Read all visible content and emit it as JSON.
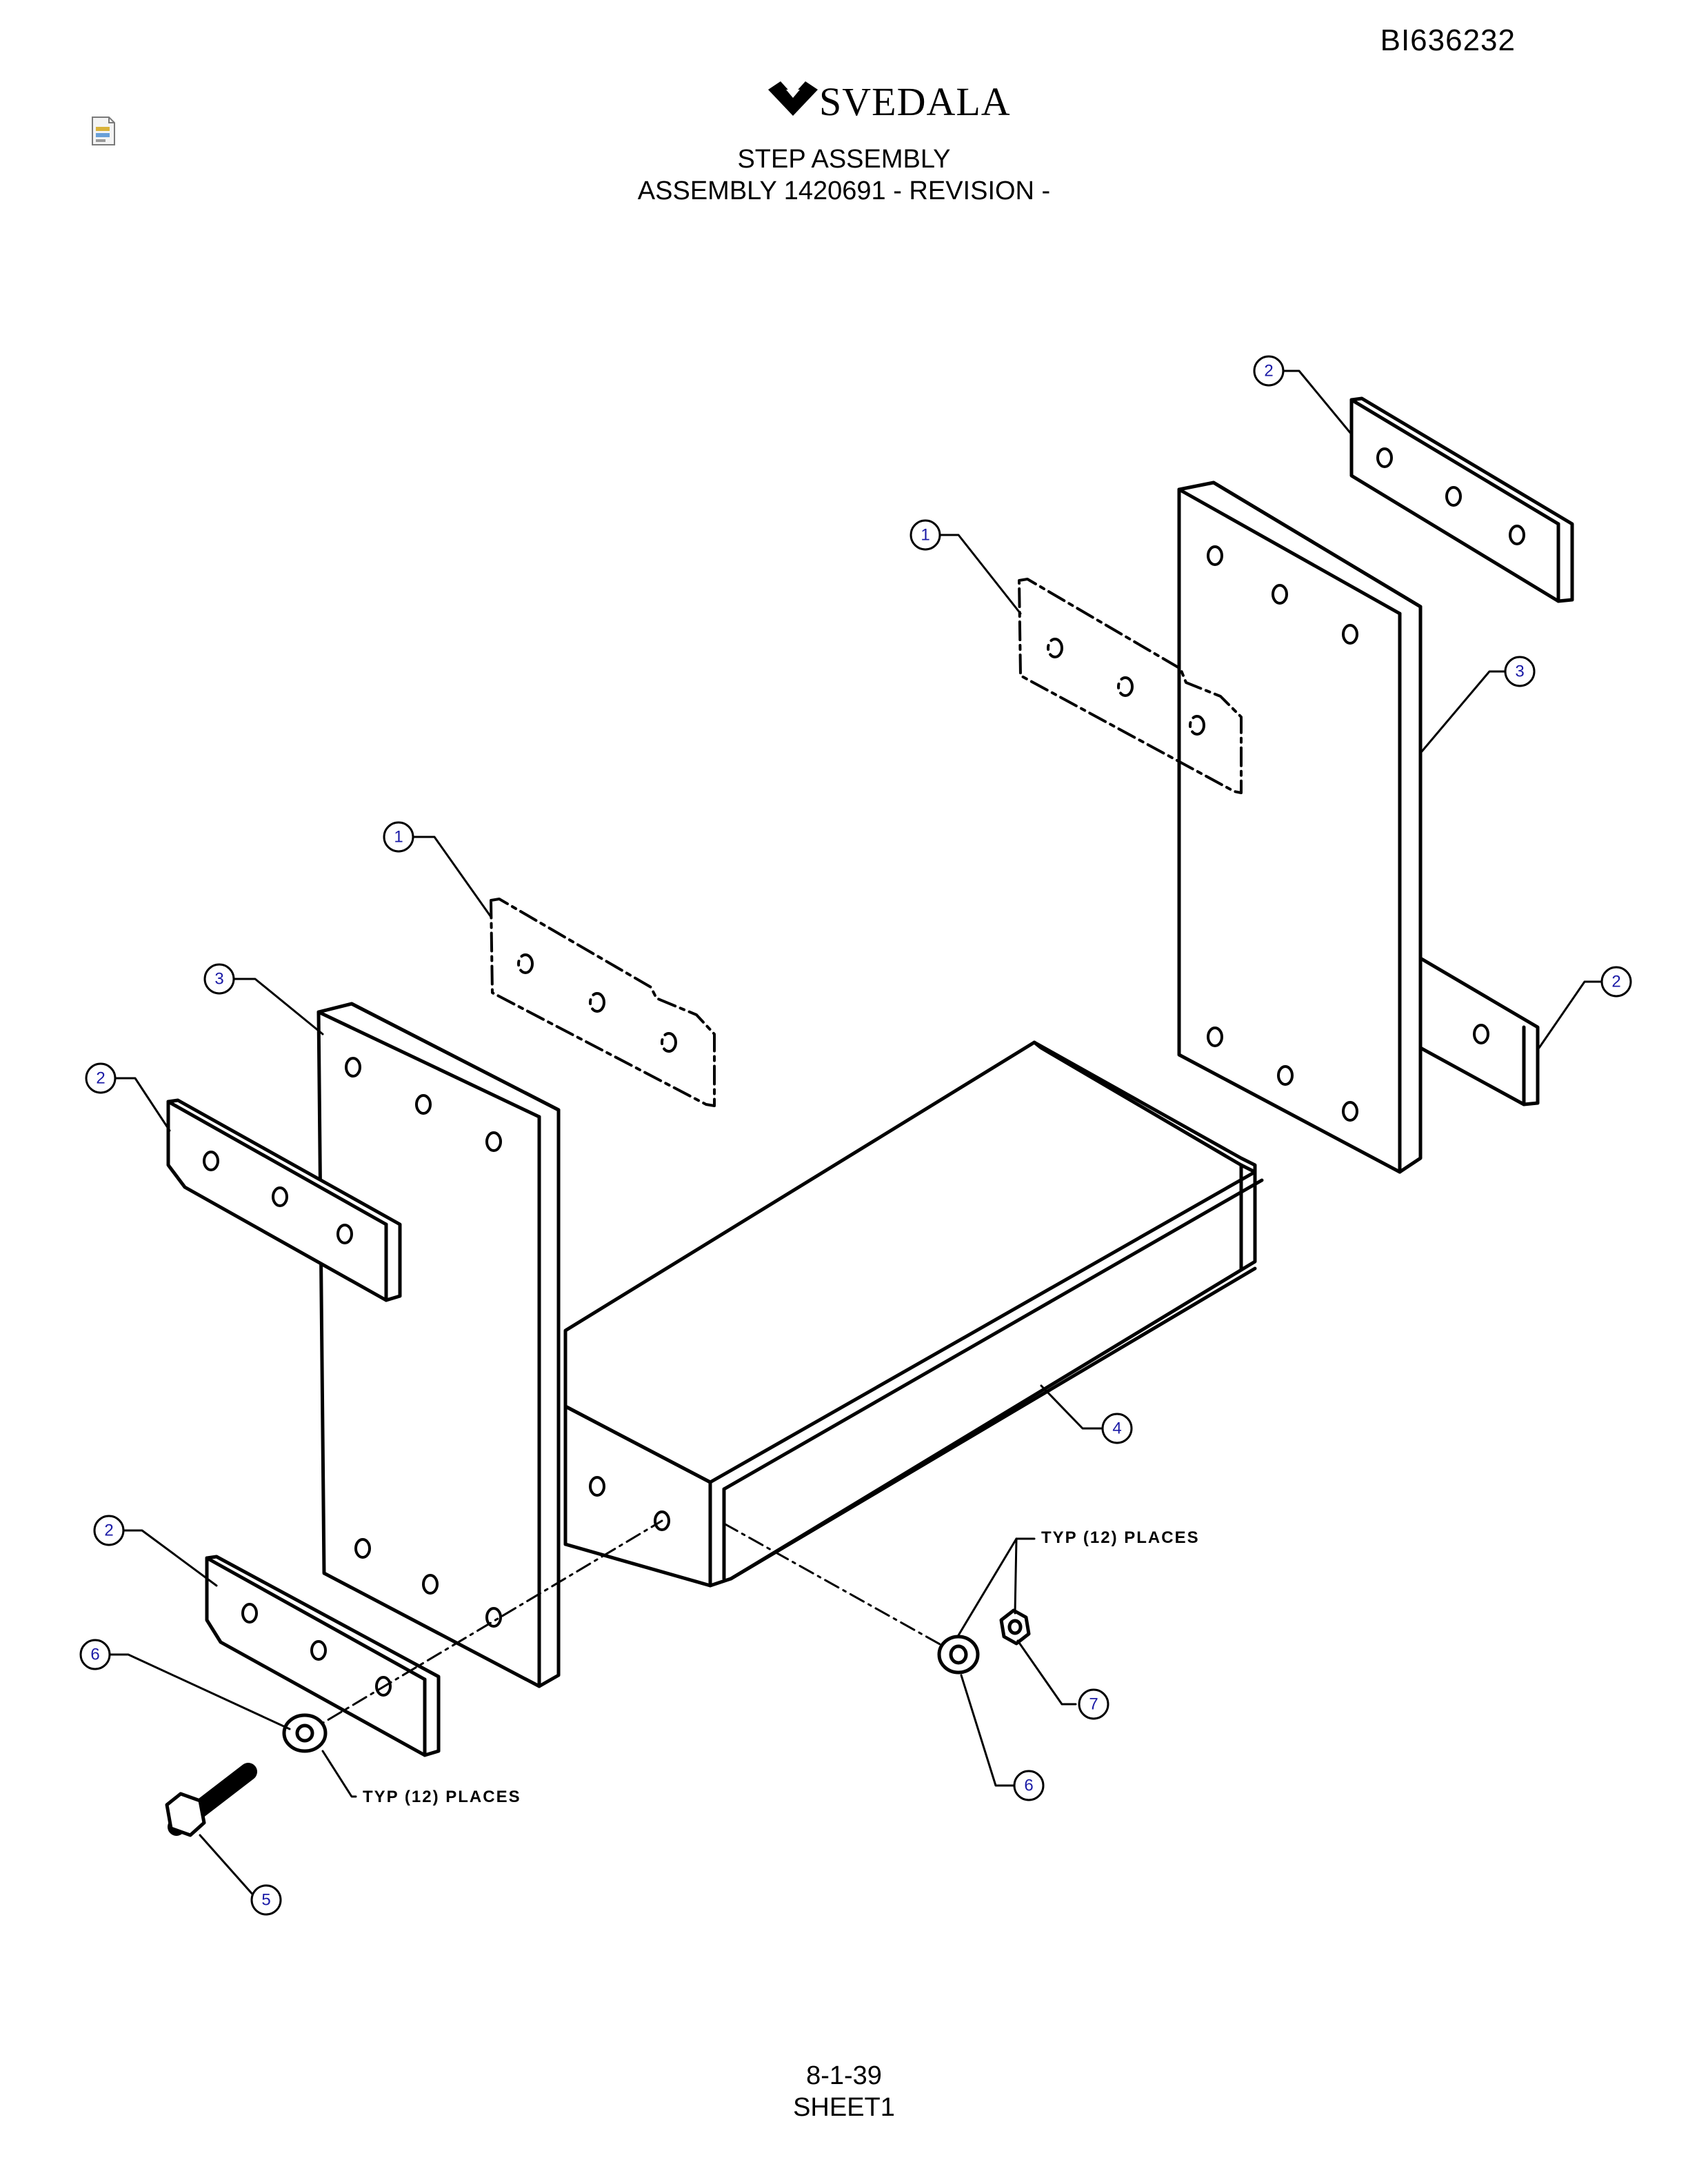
{
  "header": {
    "doc_id": "BI636232",
    "brand": "SVEDALA",
    "title": "STEP ASSEMBLY",
    "subtitle": "ASSEMBLY 1420691 - REVISION -"
  },
  "callouts": {
    "c1": "1",
    "c2": "2",
    "c3": "3",
    "c4": "4",
    "c5": "5",
    "c6": "6",
    "c7": "7"
  },
  "notes": {
    "typ_places": "TYP (12) PLACES"
  },
  "footer": {
    "page_number": "8-1-39",
    "sheet": "SHEET1"
  },
  "icons": {
    "page_icon": "document-icon",
    "logo_mark": "svedala-logo-mark"
  }
}
